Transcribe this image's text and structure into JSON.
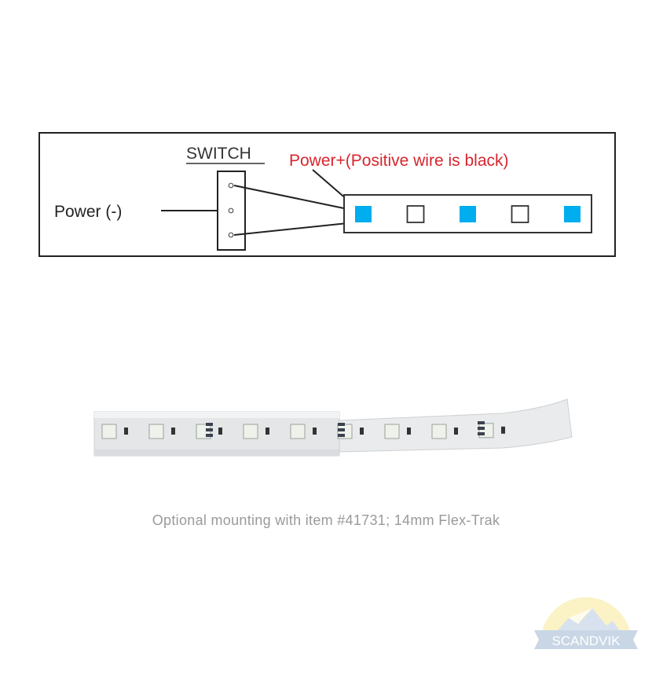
{
  "diagram": {
    "switch_label": "SWITCH",
    "power_negative_label": "Power (-)",
    "power_positive_label": "Power+(Positive wire is black)",
    "led_squares": [
      {
        "color": "#00adee",
        "filled": true
      },
      {
        "color": "#ffffff",
        "filled": false
      },
      {
        "color": "#00adee",
        "filled": true
      },
      {
        "color": "#ffffff",
        "filled": false
      },
      {
        "color": "#00adee",
        "filled": true
      }
    ],
    "colors": {
      "line": "#222222",
      "positive_label": "#d7262e",
      "led_blue": "#00adee"
    }
  },
  "product_photo": {
    "description": "LED strip partially inserted in aluminum Flex-Trak channel"
  },
  "caption": "Optional mounting with item #41731; 14mm Flex-Trak",
  "logo": {
    "text": "SCANDVIK"
  }
}
